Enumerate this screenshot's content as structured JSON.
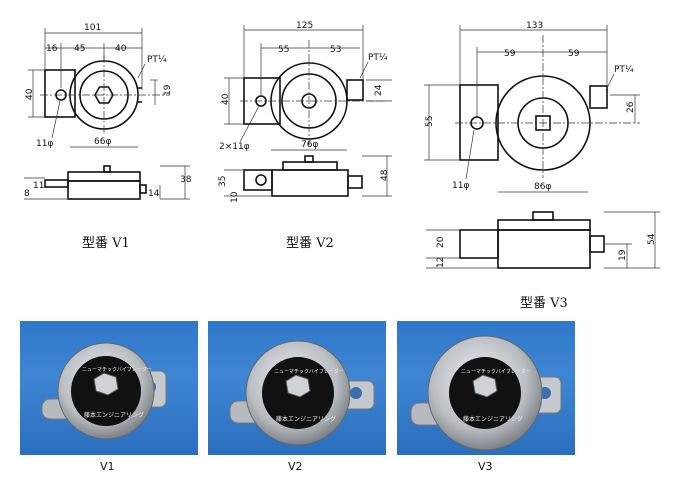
{
  "drawings": {
    "v1": {
      "caption": "型番 V1",
      "dims": {
        "overall_width": "101",
        "left_offset": "16",
        "half_left": "45",
        "half_right": "40",
        "port": "PT¼",
        "height": "40",
        "port_height": "19",
        "hole": "11φ",
        "body_dia": "66φ",
        "side_base": "8",
        "side_lug": "11",
        "side_base_right": "14",
        "side_total": "38"
      }
    },
    "v2": {
      "caption": "型番 V2",
      "dims": {
        "overall_width": "125",
        "half_left": "55",
        "half_right": "53",
        "port": "PT¼",
        "height": "40",
        "port_height": "24",
        "holes": "2×11φ",
        "body_dia": "76φ",
        "side_lug": "35",
        "side_base": "10",
        "side_total": "48"
      }
    },
    "v3": {
      "caption": "型番 V3",
      "dims": {
        "overall_width": "133",
        "half_left": "59",
        "half_right": "59",
        "port": "PT¼",
        "height": "55",
        "port_height": "26",
        "hole": "11φ",
        "body_dia": "86φ",
        "side_lug": "20",
        "side_base": "12",
        "side_port": "19",
        "side_total": "54"
      }
    }
  },
  "photos": [
    {
      "label": "V1"
    },
    {
      "label": "V2"
    },
    {
      "label": "V3"
    }
  ],
  "badge_text": [
    "ニューマチックバイブレーター",
    "藤本エンジニアリング"
  ],
  "colors": {
    "photo_bg": "#3e86d4",
    "metal": "#c9ccd0",
    "badge": "#111111"
  }
}
